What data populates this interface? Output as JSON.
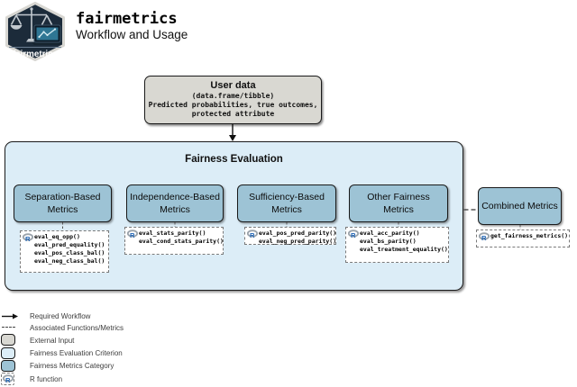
{
  "header": {
    "logo_text": "fairmetrics",
    "title": "fairmetrics",
    "subtitle": "Workflow and Usage"
  },
  "user_data": {
    "title": "User data",
    "subtitle": "(data.frame/tibble)",
    "description_line1": "Predicted probabilities, true outcomes,",
    "description_line2": "protected attribute"
  },
  "evaluation": {
    "title": "Fairness Evaluation",
    "categories": [
      {
        "title": "Separation-Based Metrics",
        "functions": [
          "eval_eq_opp()",
          "eval_pred_equality()",
          "eval_pos_class_bal()",
          "eval_neg_class_bal()"
        ]
      },
      {
        "title": "Independence-Based Metrics",
        "functions": [
          "eval_stats_parity()",
          "eval_cond_stats_parity()"
        ]
      },
      {
        "title": "Sufficiency-Based Metrics",
        "functions": [
          "eval_pos_pred_parity()",
          "eval_neg_pred_parity()"
        ]
      },
      {
        "title": "Other Fairness Metrics",
        "functions": [
          "eval_acc_parity()",
          "eval_bs_parity()",
          "eval_treatment_equality()"
        ]
      }
    ]
  },
  "combined": {
    "title": "Combined Metrics",
    "functions": [
      "get_fairness_metrics()"
    ]
  },
  "legend": {
    "required_workflow": "Required Workflow",
    "associated_functions": "Associated Functions/Metrics",
    "external_input": "External Input",
    "evaluation_criterion": "Fairness Evaluation Criterion",
    "metrics_category": "Fairness Metrics Category",
    "r_function": "R function"
  },
  "icons": {
    "logo": "fairmetrics-hex-logo (balance scale + laptop chart)",
    "r_logo": "R-function-icon"
  },
  "colors": {
    "hex_background": "#1c2b3a",
    "external_input_fill": "#d9d8d2",
    "evaluation_fill": "#dcedf7",
    "category_fill": "#9dc3d5",
    "border": "#1a1a1a",
    "dashed_border": "#7a7a7a",
    "r_blue": "#1e63b4",
    "laptop_screen": "#2f7694"
  }
}
